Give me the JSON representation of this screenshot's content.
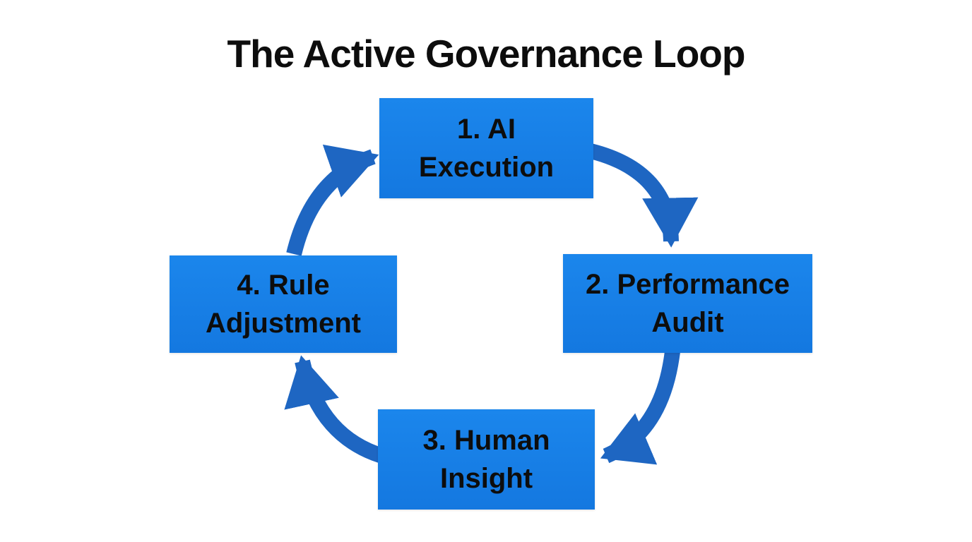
{
  "title": "The Active Governance Loop",
  "colors": {
    "background": "#ffffff",
    "box_fill": "#1680e8",
    "box_fill_top": "#1b86ec",
    "box_fill_bottom": "#1478e0",
    "arrow": "#1e66c2",
    "text": "#0d0d0d"
  },
  "nodes": [
    {
      "id": "ai-execution",
      "line1": "1. AI",
      "line2": "Execution",
      "position": "top"
    },
    {
      "id": "performance-audit",
      "line1": "2. Performance",
      "line2": "Audit",
      "position": "right"
    },
    {
      "id": "human-insight",
      "line1": "3. Human",
      "line2": "Insight",
      "position": "bottom"
    },
    {
      "id": "rule-adjustment",
      "line1": "4. Rule",
      "line2": "Adjustment",
      "position": "left"
    }
  ],
  "arrows": [
    {
      "id": "arrow-1-to-2",
      "from": "ai-execution",
      "to": "performance-audit",
      "direction": "clockwise"
    },
    {
      "id": "arrow-2-to-3",
      "from": "performance-audit",
      "to": "human-insight",
      "direction": "clockwise"
    },
    {
      "id": "arrow-3-to-4",
      "from": "human-insight",
      "to": "rule-adjustment",
      "direction": "clockwise"
    },
    {
      "id": "arrow-4-to-1",
      "from": "rule-adjustment",
      "to": "ai-execution",
      "direction": "clockwise"
    }
  ]
}
